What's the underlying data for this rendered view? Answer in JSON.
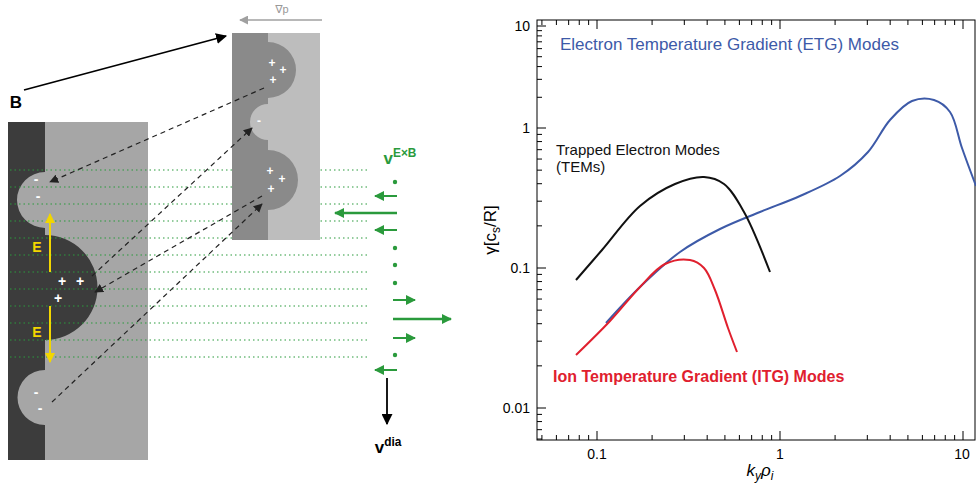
{
  "diagram": {
    "labels": [
      "∇p",
      "B",
      "-",
      "-",
      "+",
      "+",
      "+",
      "-",
      "-",
      "+",
      "+",
      "+",
      "-",
      "+",
      "+",
      "+",
      "E",
      "E",
      "v",
      "E×B",
      "v",
      "dia",
      "Electron Temperature Gradient (ETG) Modes",
      "Trapped Electron Modes (TEMs)",
      "Ion Temperature Gradient (ITG) Modes",
      "10",
      "1",
      "0.1",
      "0.01",
      "0.1",
      "1",
      "10",
      "γ[c",
      "s",
      "/R]",
      "k",
      "y",
      "ρ",
      "i"
    ]
  }
}
